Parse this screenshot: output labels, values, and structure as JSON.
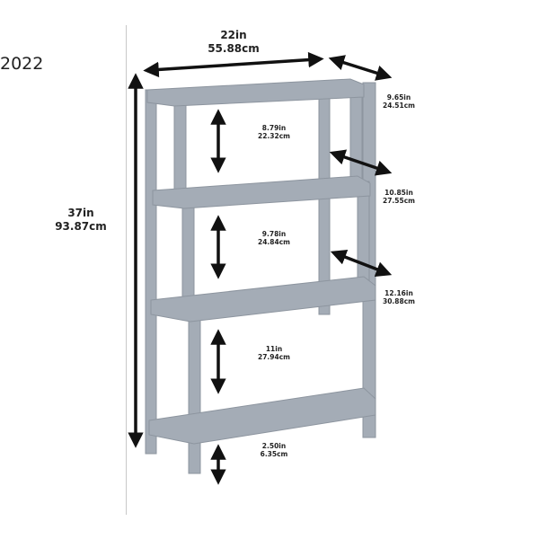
{
  "header": {
    "year_fragment": "2022"
  },
  "product": {
    "name": "4-tier gray wooden shelf",
    "frame_color": "#a4acb6",
    "frame_shade": "#8d959f",
    "arrow_color": "#111111"
  },
  "dimensions": {
    "width": {
      "in": "22in",
      "cm": "55.88cm"
    },
    "height": {
      "in": "37in",
      "cm": "93.87cm"
    },
    "depth_top": {
      "in": "9.65in",
      "cm": "24.51cm"
    },
    "depth_second": {
      "in": "10.85in",
      "cm": "27.55cm"
    },
    "depth_third": {
      "in": "12.16in",
      "cm": "30.88cm"
    },
    "gap_top": {
      "in": "8.79in",
      "cm": "22.32cm"
    },
    "gap_middle": {
      "in": "9.78in",
      "cm": "24.84cm"
    },
    "gap_bottom": {
      "in": "11in",
      "cm": "27.94cm"
    },
    "clearance": {
      "in": "2.50in",
      "cm": "6.35cm"
    }
  }
}
